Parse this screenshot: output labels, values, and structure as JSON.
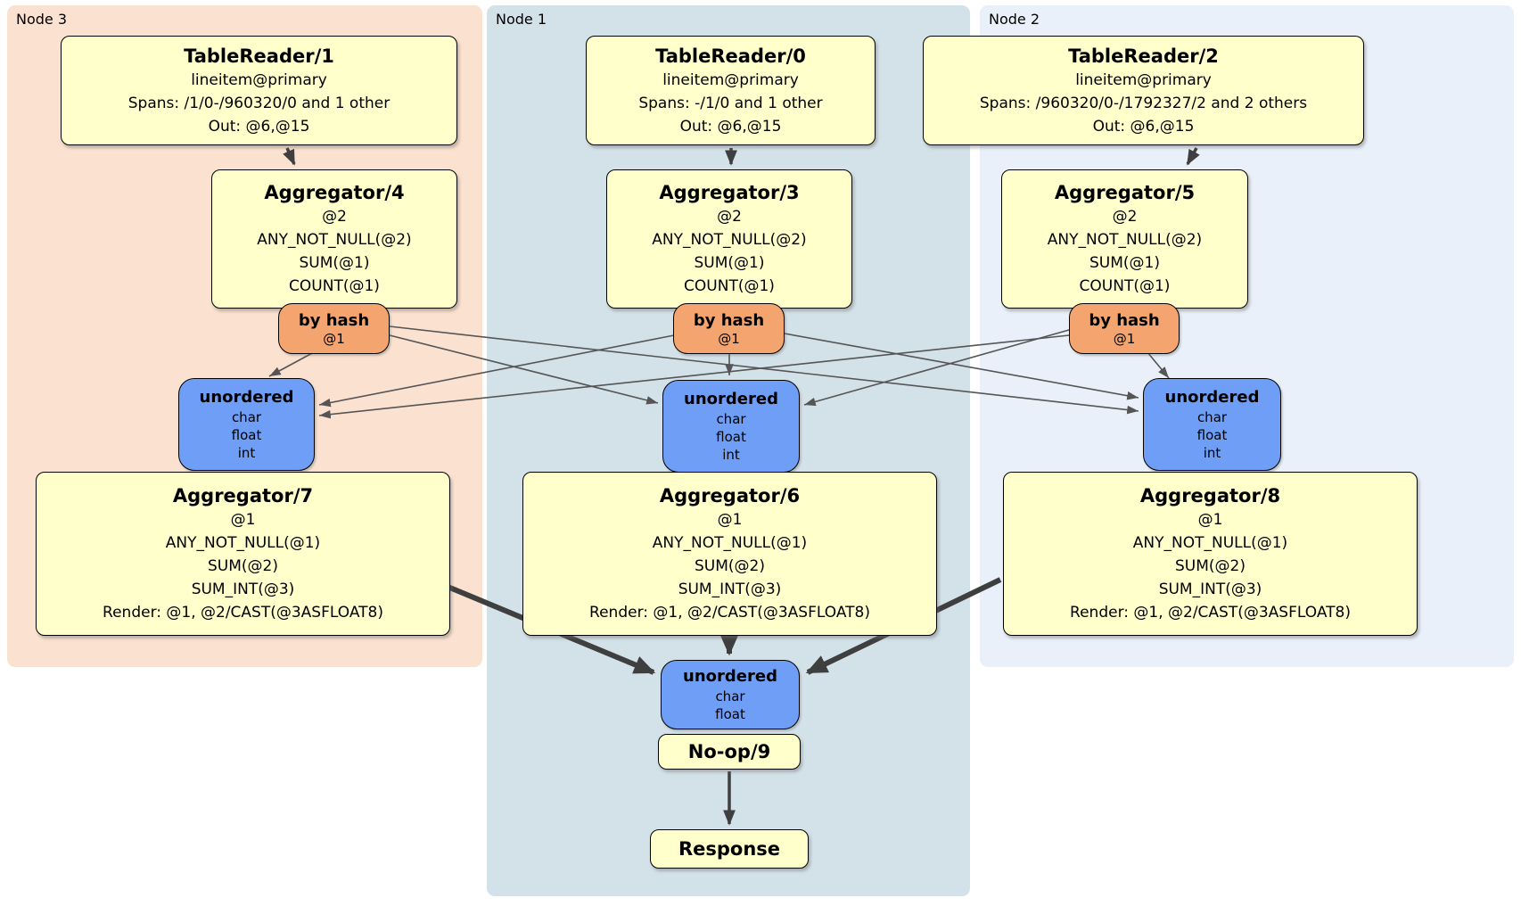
{
  "colors": {
    "node3_bg": "#fbe1cf",
    "node1_bg": "#d3e1e9",
    "node2_bg": "#e9f0f9",
    "processor_fill": "#ffffcc",
    "router_fill": "#f4a46e",
    "sync_fill": "#6e9ef5",
    "edge_thin": "#555555",
    "edge_thick": "#3f3f3f"
  },
  "regions": {
    "node3": {
      "label": "Node 3"
    },
    "node1": {
      "label": "Node 1"
    },
    "node2": {
      "label": "Node 2"
    }
  },
  "processors": {
    "tr1": {
      "title": "TableReader/1",
      "lines": [
        "lineitem@primary",
        "Spans: /1/0-/960320/0 and 1 other",
        "Out: @6,@15"
      ]
    },
    "tr0": {
      "title": "TableReader/0",
      "lines": [
        "lineitem@primary",
        "Spans: -/1/0 and 1 other",
        "Out: @6,@15"
      ]
    },
    "tr2": {
      "title": "TableReader/2",
      "lines": [
        "lineitem@primary",
        "Spans: /960320/0-/1792327/2 and 2 others",
        "Out: @6,@15"
      ]
    },
    "agg4": {
      "title": "Aggregator/4",
      "lines": [
        "@2",
        "ANY_NOT_NULL(@2)",
        "SUM(@1)",
        "COUNT(@1)"
      ]
    },
    "agg3": {
      "title": "Aggregator/3",
      "lines": [
        "@2",
        "ANY_NOT_NULL(@2)",
        "SUM(@1)",
        "COUNT(@1)"
      ]
    },
    "agg5": {
      "title": "Aggregator/5",
      "lines": [
        "@2",
        "ANY_NOT_NULL(@2)",
        "SUM(@1)",
        "COUNT(@1)"
      ]
    },
    "agg7": {
      "title": "Aggregator/7",
      "lines": [
        "@1",
        "ANY_NOT_NULL(@1)",
        "SUM(@2)",
        "SUM_INT(@3)",
        "Render: @1, @2/CAST(@3ASFLOAT8)"
      ]
    },
    "agg6": {
      "title": "Aggregator/6",
      "lines": [
        "@1",
        "ANY_NOT_NULL(@1)",
        "SUM(@2)",
        "SUM_INT(@3)",
        "Render: @1, @2/CAST(@3ASFLOAT8)"
      ]
    },
    "agg8": {
      "title": "Aggregator/8",
      "lines": [
        "@1",
        "ANY_NOT_NULL(@1)",
        "SUM(@2)",
        "SUM_INT(@3)",
        "Render: @1, @2/CAST(@3ASFLOAT8)"
      ]
    },
    "noop": {
      "title": "No-op/9"
    },
    "response": {
      "title": "Response"
    }
  },
  "routers": {
    "hash3": {
      "title": "by hash",
      "lines": [
        "@1"
      ]
    },
    "hash1": {
      "title": "by hash",
      "lines": [
        "@1"
      ]
    },
    "hash2": {
      "title": "by hash",
      "lines": [
        "@1"
      ]
    }
  },
  "syncs": {
    "uno3": {
      "title": "unordered",
      "lines": [
        "char",
        "float",
        "int"
      ]
    },
    "uno1": {
      "title": "unordered",
      "lines": [
        "char",
        "float",
        "int"
      ]
    },
    "uno2": {
      "title": "unordered",
      "lines": [
        "char",
        "float",
        "int"
      ]
    },
    "unoFinal": {
      "title": "unordered",
      "lines": [
        "char",
        "float"
      ]
    }
  }
}
